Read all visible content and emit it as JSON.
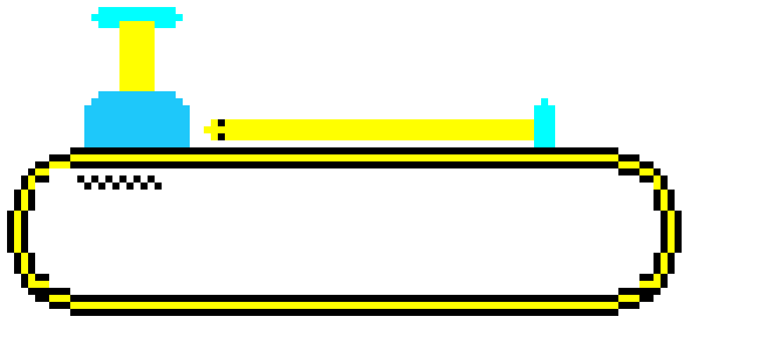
{
  "palette": {
    "background": "#ffffff",
    "yellow": "#ffff00",
    "cyan": "#00ffff",
    "sky_blue": "#1ec8fa",
    "black": "#000000"
  },
  "sprites": {
    "tank": {
      "icon": "pixel-tank-sprite",
      "turret_color": "sky_blue",
      "hatch_color": "cyan",
      "periscope_color": "yellow"
    },
    "cannon": {
      "icon": "pixel-cannon-barrel",
      "barrel_color": "yellow",
      "muzzle_color": "cyan"
    },
    "tread": {
      "icon": "pixel-tank-tread",
      "colors": [
        "black",
        "yellow"
      ]
    }
  }
}
